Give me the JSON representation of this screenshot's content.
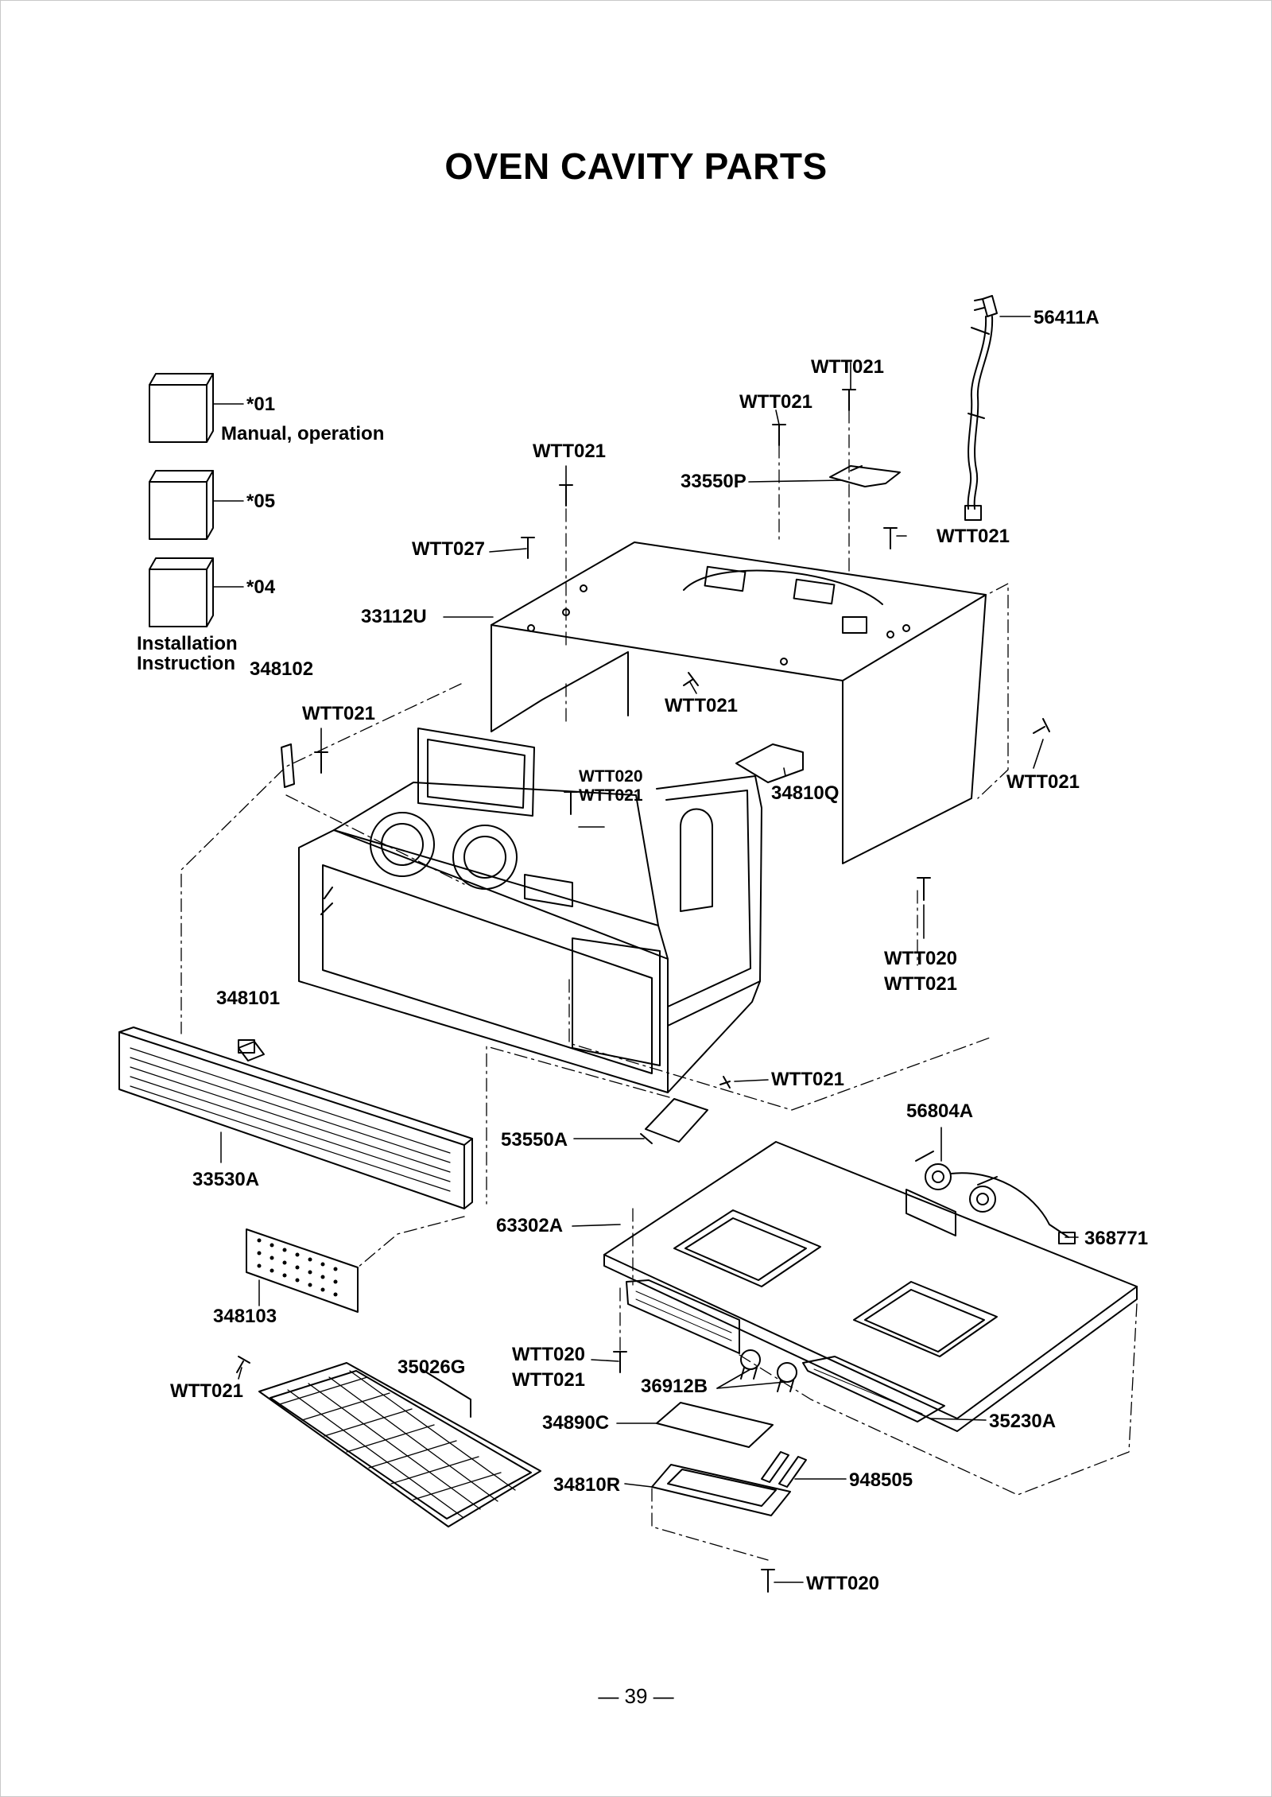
{
  "page": {
    "title": "OVEN CAVITY PARTS",
    "page_number": "— 39 —"
  },
  "labels": {
    "p01": "*01",
    "manual": "Manual, operation",
    "p05": "*05",
    "p04": "*04",
    "install1": "Installation",
    "install2": "Instruction",
    "p348102": "348102",
    "p56411A": "56411A",
    "wtt021_a": "WTT021",
    "wtt021_b": "WTT021",
    "wtt021_c": "WTT021",
    "p33550P": "33550P",
    "wtt021_d": "WTT021",
    "wtt027": "WTT027",
    "p33112U": "33112U",
    "wtt021_e": "WTT021",
    "wtt021_f": "WTT021",
    "wtt020_g": "WTT020",
    "wtt021_g": "WTT021",
    "p34810Q": "34810Q",
    "wtt021_h": "WTT021",
    "wtt020_i": "WTT020",
    "wtt021_i": "WTT021",
    "p348101": "348101",
    "wtt021_j": "WTT021",
    "p56804A": "56804A",
    "p53550A": "53550A",
    "p33530A": "33530A",
    "p63302A": "63302A",
    "p368771": "368771",
    "p348103": "348103",
    "wtt020_k": "WTT020",
    "wtt021_k": "WTT021",
    "p35026G": "35026G",
    "wtt021_l": "WTT021",
    "p36912B": "36912B",
    "p34890C": "34890C",
    "p35230A": "35230A",
    "p34810R": "34810R",
    "p948505": "948505",
    "wtt020_m": "WTT020"
  }
}
